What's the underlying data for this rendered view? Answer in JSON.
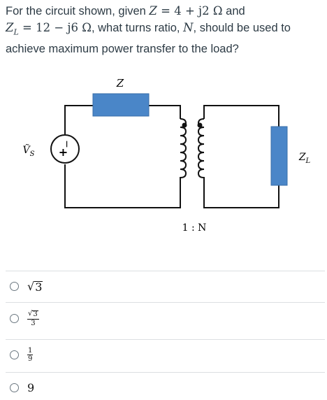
{
  "question": {
    "p1": "For the circuit shown, given ",
    "z_sym": "Z",
    "z_val": " = 4 + j2 Ω",
    "p2": " and",
    "zl_sym": "Z",
    "zl_sub": "L",
    "zl_val": " = 12 − j6 Ω",
    "p3": ", what turns ratio, ",
    "n_sym": "N",
    "p4": ", should be used to achieve maximum power transfer to the load?"
  },
  "circuit": {
    "z_label": "Z",
    "vs_label": "Ṽ",
    "vs_sub": "S",
    "zl_label": "Z",
    "zl_sub": "L",
    "plus": "+",
    "minus": "−",
    "ratio": "1 : N",
    "resistor_color": "#4a86c8"
  },
  "answers": [
    {
      "radical": "3"
    },
    {
      "num_radical": "3",
      "den": "3"
    },
    {
      "num": "1",
      "den": "9"
    },
    {
      "text": "9"
    }
  ]
}
